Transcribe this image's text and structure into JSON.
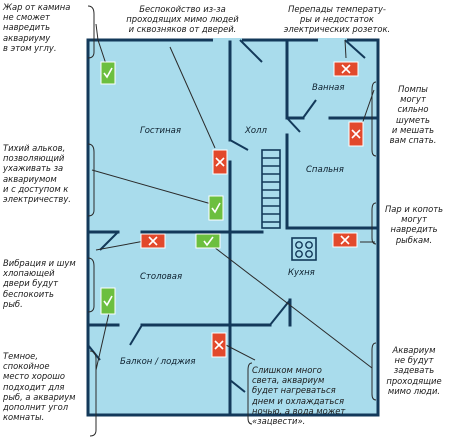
{
  "colors": {
    "floor": "#a9dcec",
    "wall": "#13395a",
    "good_marker": "#6cbf3f",
    "bad_marker": "#e2492c",
    "leader_line": "#2a2a2a"
  },
  "rooms": {
    "living": "Гостиная",
    "hall": "Холл",
    "bath": "Ванная",
    "bedroom": "Спальня",
    "dining": "Столовая",
    "kitchen": "Кухня",
    "balcony": "Балкон / лоджия"
  },
  "notes": {
    "fireplace": [
      "Жар от камина",
      "не сможет",
      "навредить",
      "аквариуму",
      "в этом углу."
    ],
    "draft": [
      "Беспокойство из-за",
      "проходящих мимо людей",
      "и сквозняков от дверей."
    ],
    "sockets": [
      "Перепады температу-",
      "ры и недостаток",
      "электрических розеток."
    ],
    "pumps": [
      "Помпы",
      "могут",
      "сильно",
      "шуметь",
      "и мешать",
      "вам спать."
    ],
    "alcove": [
      "Тихий альков,",
      "позволяющий",
      "ухаживать за",
      "аквариумом",
      "и с доступом к",
      "электричеству."
    ],
    "cooking": [
      "Пар и копоть",
      "могут",
      "навредить",
      "рыбкам."
    ],
    "vibration": [
      "Вибрация и шум",
      "хлопающей",
      "двери будут",
      "беспокоить",
      "рыб."
    ],
    "corridor": [
      "Аквариум",
      "не будут",
      "задевать",
      "проходящие",
      "мимо люди."
    ],
    "dark_corner": [
      "Темное,",
      "спокойное",
      "место хорошо",
      "подходит для",
      "рыб, а аквариум",
      "дополнит угол",
      "комнаты."
    ],
    "sunlight": [
      "Слишком много",
      "света, аквариум",
      "будет нагреваться",
      "днем и охлаждаться",
      "ночью, а вода может",
      "«зацвести»."
    ]
  },
  "markers": [
    {
      "id": "living-corner",
      "status": "good"
    },
    {
      "id": "door-wall",
      "status": "bad"
    },
    {
      "id": "bathroom",
      "status": "bad"
    },
    {
      "id": "bedroom-wall",
      "status": "bad"
    },
    {
      "id": "alcove",
      "status": "good"
    },
    {
      "id": "dining-door",
      "status": "bad"
    },
    {
      "id": "hall-passage",
      "status": "good"
    },
    {
      "id": "kitchen-stove",
      "status": "bad"
    },
    {
      "id": "dining-corner",
      "status": "good"
    },
    {
      "id": "balcony",
      "status": "bad"
    }
  ]
}
